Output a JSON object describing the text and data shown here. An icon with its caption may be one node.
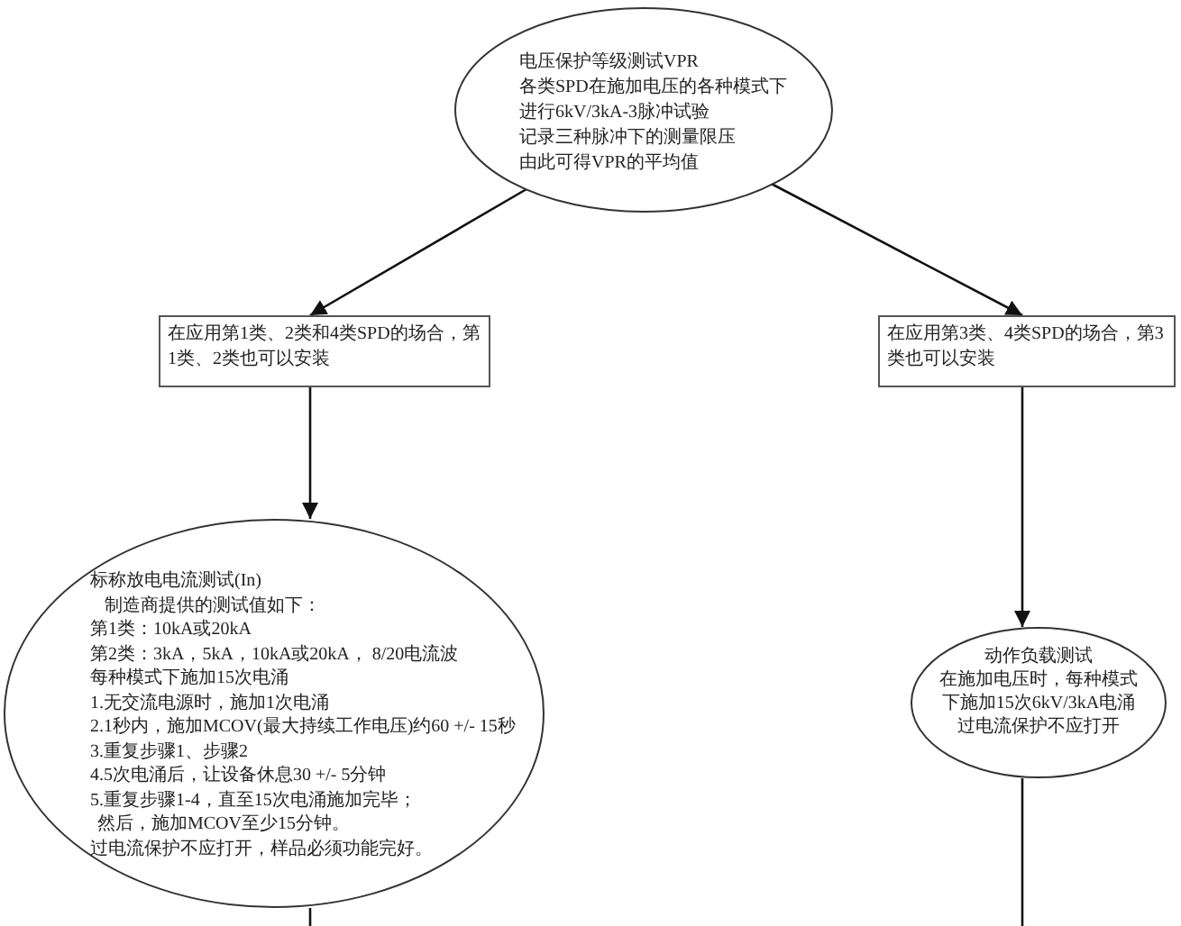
{
  "diagram": {
    "nodes": [
      {
        "text": [
          "电压保护等级测试VPR",
          "各类SPD在施加电压的各种模式下",
          "进行6kV/3kA-3脉冲试验",
          "记录三种脉冲下的测量限压",
          "由此可得VPR的平均值"
        ]
      },
      {
        "text": [
          "在应用第1类、2类和4类SPD的场合，第1类、2类也可以安装"
        ]
      },
      {
        "text": [
          "在应用第3类、4类SPD的场合，第3类也可以安装"
        ]
      },
      {
        "text": [
          "标称放电电流测试(In)",
          "制造商提供的测试值如下：",
          "第1类：10kA或20kA",
          "第2类：3kA，5kA，10kA或20kA， 8/20电流波",
          "每种模式下施加15次电涌",
          "1.无交流电源时，施加1次电涌",
          "2.1秒内，施加MCOV(最大持续工作电压)约60 +/- 15秒",
          "3.重复步骤1、步骤2",
          "4.5次电涌后，让设备休息30 +/- 5分钟",
          "5.重复步骤1-4，直至15次电涌施加完毕；",
          "然后，施加MCOV至少15分钟。",
          "过电流保护不应打开，样品必须功能完好。"
        ]
      },
      {
        "text": [
          "动作负载测试",
          "在施加电压时，每种模式下施加15次6kV/3kA电涌",
          "过电流保护不应打开"
        ]
      }
    ],
    "edges": [
      {
        "from": 0,
        "to": 1,
        "arrow": "to"
      },
      {
        "from": 0,
        "to": 2,
        "arrow": "to"
      },
      {
        "from": 1,
        "to": 3,
        "arrow": "to"
      },
      {
        "from": 2,
        "to": 4,
        "arrow": "to"
      },
      {
        "from": 3,
        "to": null,
        "arrow": "none"
      },
      {
        "from": 4,
        "to": null,
        "arrow": "none"
      }
    ]
  }
}
